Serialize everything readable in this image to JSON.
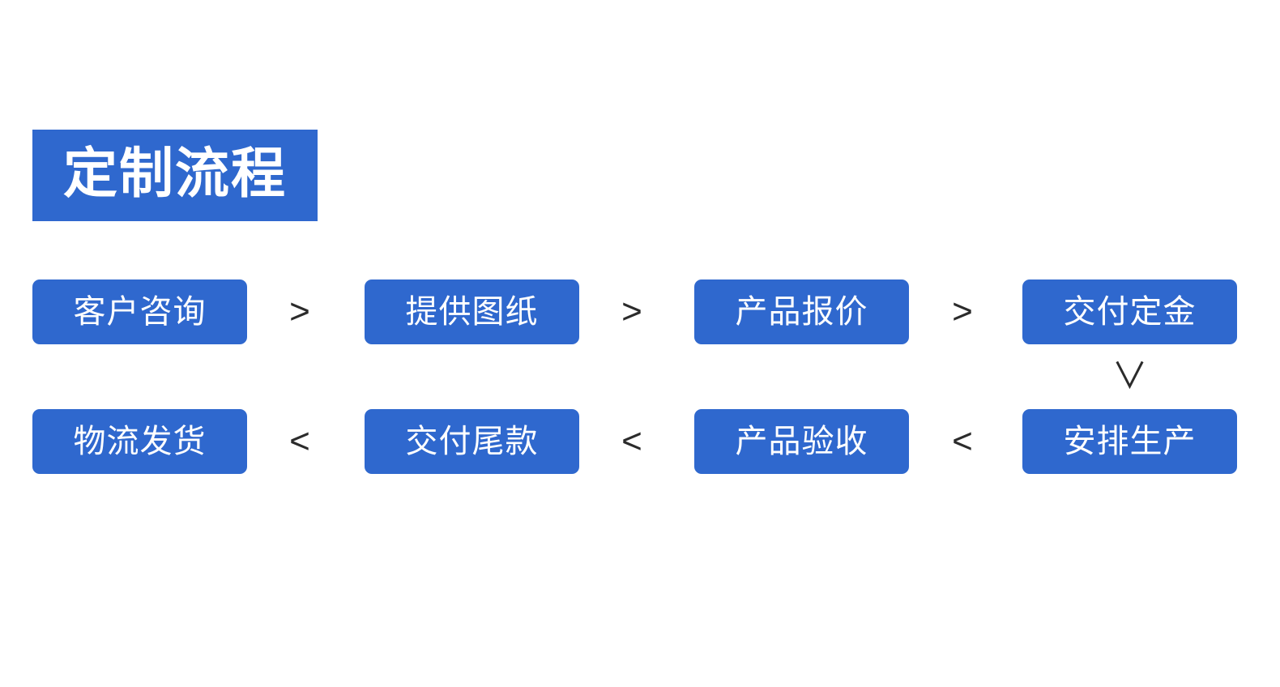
{
  "slide": {
    "title": "定制流程",
    "background_color": "#ffffff",
    "accent_color": "#2F68CE",
    "arrow_color": "#2b2b2b",
    "box_text_color": "#ffffff"
  },
  "flow": {
    "row_1": {
      "steps": [
        {
          "label": "客户咨询"
        },
        {
          "label": "提供图纸"
        },
        {
          "label": "产品报价"
        },
        {
          "label": "交付定金"
        }
      ],
      "separators": [
        ">",
        ">",
        ">"
      ]
    },
    "row_2": {
      "steps": [
        {
          "label": "物流发货"
        },
        {
          "label": "交付尾款"
        },
        {
          "label": "产品验收"
        },
        {
          "label": "安排生产"
        }
      ],
      "separators": [
        "<",
        "<",
        "<"
      ]
    },
    "row_connector": "∨"
  }
}
